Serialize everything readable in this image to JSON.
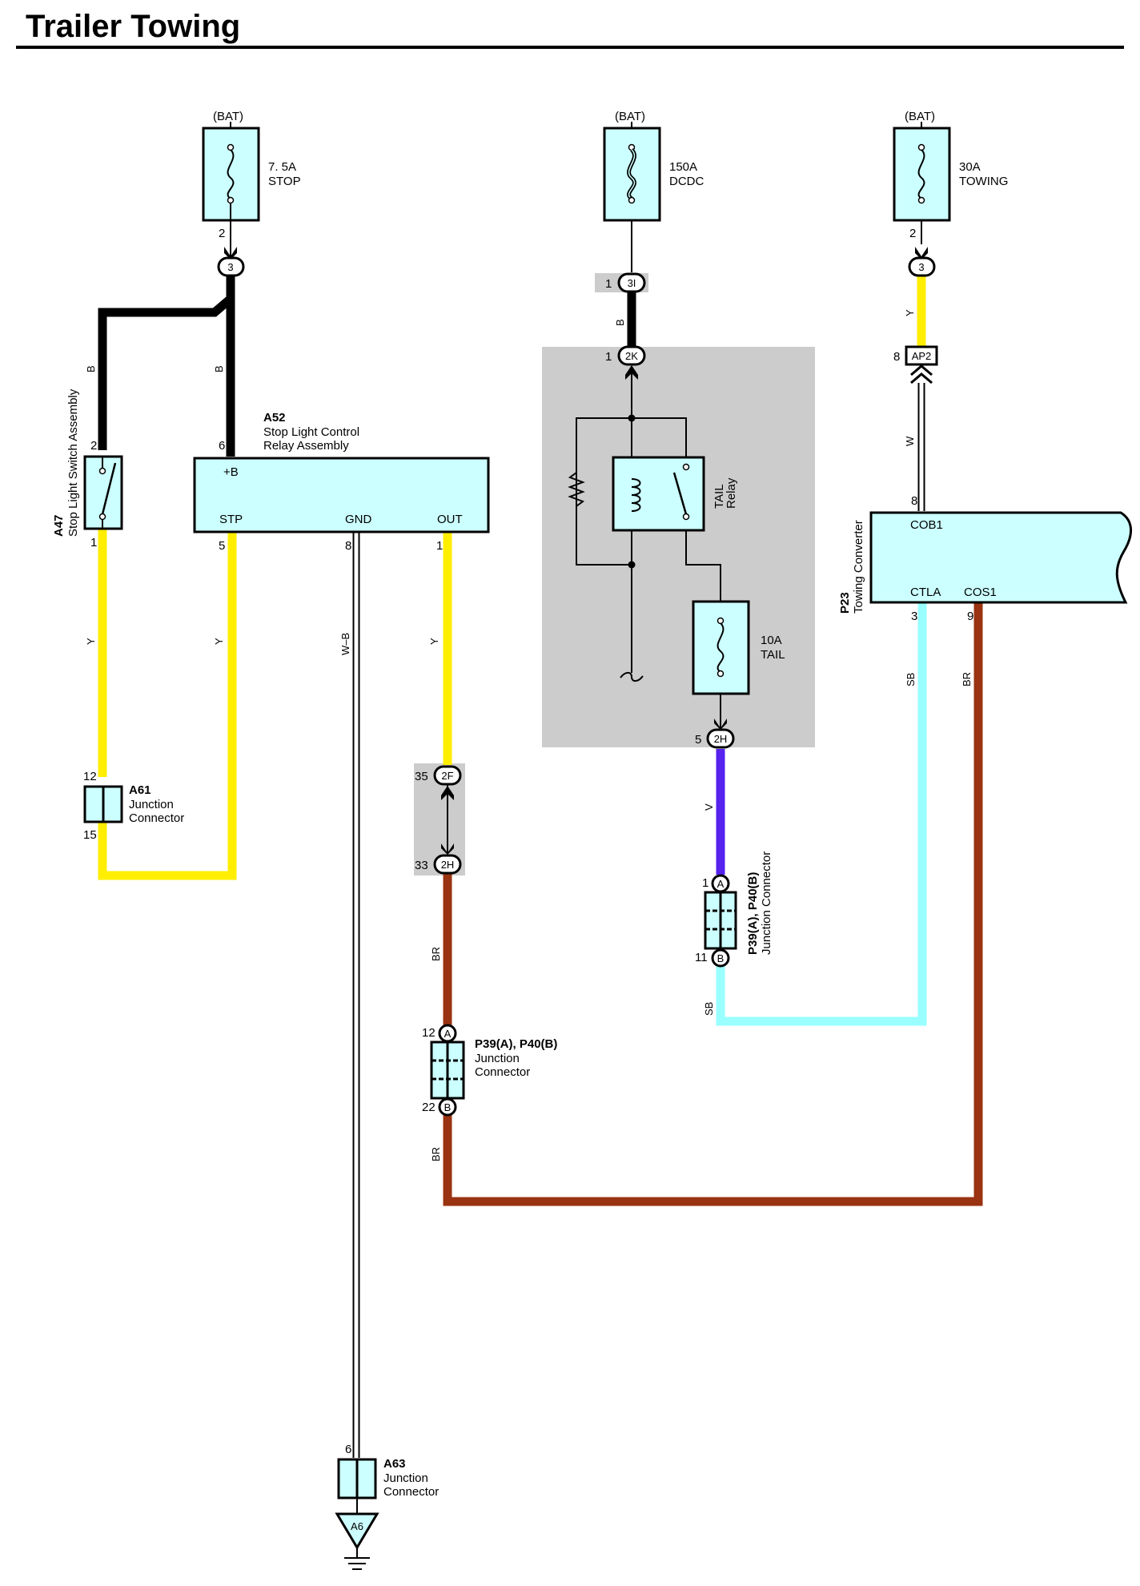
{
  "title": "Trailer Towing",
  "colors": {
    "fill": "#ccffff",
    "shade": "#cccccc",
    "B": "#000000",
    "Y": "#ffee00",
    "BR": "#993311",
    "V": "#5522ee",
    "SB": "#99ffff",
    "W": "#ffffff"
  },
  "bat": [
    "(BAT)",
    "(BAT)",
    "(BAT)"
  ],
  "fuses": {
    "stop": [
      "7. 5A",
      "STOP"
    ],
    "dcdc": [
      "150A",
      "DCDC"
    ],
    "towing": [
      "30A",
      "TOWING"
    ],
    "tail": [
      "10A",
      "TAIL"
    ]
  },
  "connectors": {
    "c3a": "3",
    "c3b": "3",
    "c3i": "3I",
    "c2k": "2K",
    "cap2": "AP2",
    "c2h": "2H",
    "c2f": "2F",
    "c2h2": "2H",
    "jA": "A",
    "jB": "B",
    "jA2": "A",
    "jB2": "B",
    "a6": "A6"
  },
  "pins": {
    "stop_2": "2",
    "a47_2": "2",
    "a47_1": "1",
    "a52_6": "6",
    "a52_5": "5",
    "a52_8": "8",
    "a52_1": "1",
    "c3i_1": "1",
    "c2k_1": "1",
    "tow_2": "2",
    "ap2_8": "8",
    "cob1_8": "8",
    "ctla_3": "3",
    "cos1_9": "9",
    "tail_5": "5",
    "c2f_35": "35",
    "c2h_33": "33",
    "a61_12": "12",
    "a61_15": "15",
    "j1_1": "1",
    "j1_11": "11",
    "j2_12": "12",
    "j2_22": "22",
    "a63_6": "6"
  },
  "wires": {
    "b1": "B",
    "b2": "B",
    "b3": "B",
    "y1": "Y",
    "y2": "Y",
    "y3": "Y",
    "y4": "Y",
    "wb": "W–B",
    "w": "W",
    "br1": "BR",
    "br2": "BR",
    "br3": "BR",
    "sb1": "SB",
    "sb2": "SB",
    "v": "V"
  },
  "a47": {
    "code": "A47",
    "name": "Stop Light Switch Assembly"
  },
  "a52": {
    "code": "A52",
    "name1": "Stop Light Control",
    "name2": "Relay Assembly",
    "plus_b": "+B",
    "stp": "STP",
    "gnd": "GND",
    "out": "OUT"
  },
  "relay": {
    "line1": "TAIL",
    "line2": "Relay"
  },
  "p23": {
    "code": "P23",
    "name": "Towing Converter",
    "cob1": "COB1",
    "ctla": "CTLA",
    "cos1": "COS1"
  },
  "a61": {
    "code": "A61",
    "line1": "Junction",
    "line2": "Connector"
  },
  "a63": {
    "code": "A63",
    "line1": "Junction",
    "line2": "Connector"
  },
  "jc1": {
    "code": "P39(A), P40(B)",
    "line1": "Junction Connector"
  },
  "jc2": {
    "code": "P39(A), P40(B)",
    "line1": "Junction",
    "line2": "Connector"
  }
}
